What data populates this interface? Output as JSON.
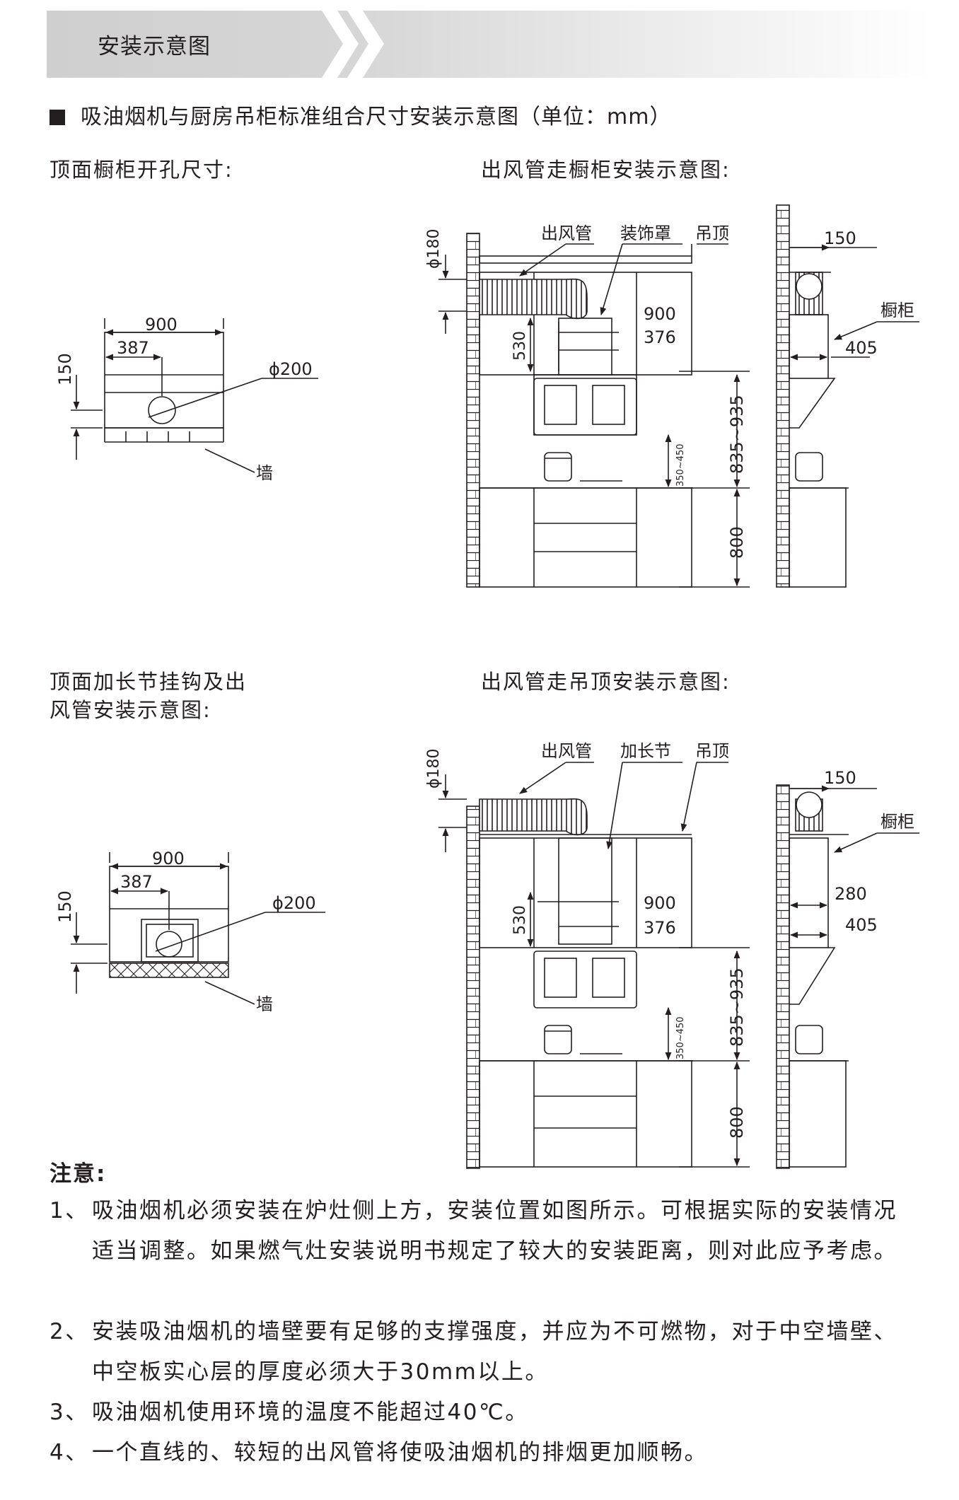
{
  "header": {
    "title": "安装示意图"
  },
  "subtitle": "吸油烟机与厨房吊柜标准组合尺寸安装示意图（单位：mm）",
  "captions": {
    "top_left": "顶面橱柜开孔尺寸:",
    "top_right": "出风管走橱柜安装示意图:",
    "bottom_left_line1": "顶面加长节挂钩及出",
    "bottom_left_line2": "风管安装示意图:",
    "bottom_right": "出风管走吊顶安装示意图:"
  },
  "diagram1": {
    "width": "900",
    "offset": "387",
    "depth": "150",
    "hole": "ϕ200",
    "wall": "墙"
  },
  "diagram2": {
    "duct": "出风管",
    "cover": "装饰罩",
    "ceiling": "吊顶",
    "pipe_dia": "ϕ180",
    "height": "530",
    "width": "900",
    "half": "376",
    "hood_height": "835~935",
    "pot_gap": "350~450",
    "counter": "800",
    "side_depth": "150",
    "cabinet": "橱柜",
    "side_405": "405"
  },
  "diagram3": {
    "width": "900",
    "offset": "387",
    "depth": "150",
    "hole": "ϕ200",
    "wall": "墙"
  },
  "diagram4": {
    "duct": "出风管",
    "extension": "加长节",
    "ceiling": "吊顶",
    "pipe_dia": "ϕ180",
    "height": "530",
    "width": "900",
    "half": "376",
    "hood_height": "835~935",
    "pot_gap": "350~450",
    "counter": "800",
    "side_depth": "150",
    "cabinet": "橱柜",
    "side_280": "280",
    "side_405": "405"
  },
  "notes": {
    "title": "注意:",
    "items": [
      {
        "num": "1、",
        "text": "吸油烟机必须安装在炉灶侧上方，安装位置如图所示。可根据实际的安装情况适当调整。如果燃气灶安装说明书规定了较大的安装距离，则对此应予考虑。"
      },
      {
        "num": "2、",
        "text": "安装吸油烟机的墙壁要有足够的支撑强度，并应为不可燃物，对于中空墙壁、中空板实心层的厚度必须大于30mm以上。"
      },
      {
        "num": "3、",
        "text": "吸油烟机使用环境的温度不能超过40℃。"
      },
      {
        "num": "4、",
        "text": "一个直线的、较短的出风管将使吸油烟机的排烟更加顺畅。"
      }
    ]
  }
}
